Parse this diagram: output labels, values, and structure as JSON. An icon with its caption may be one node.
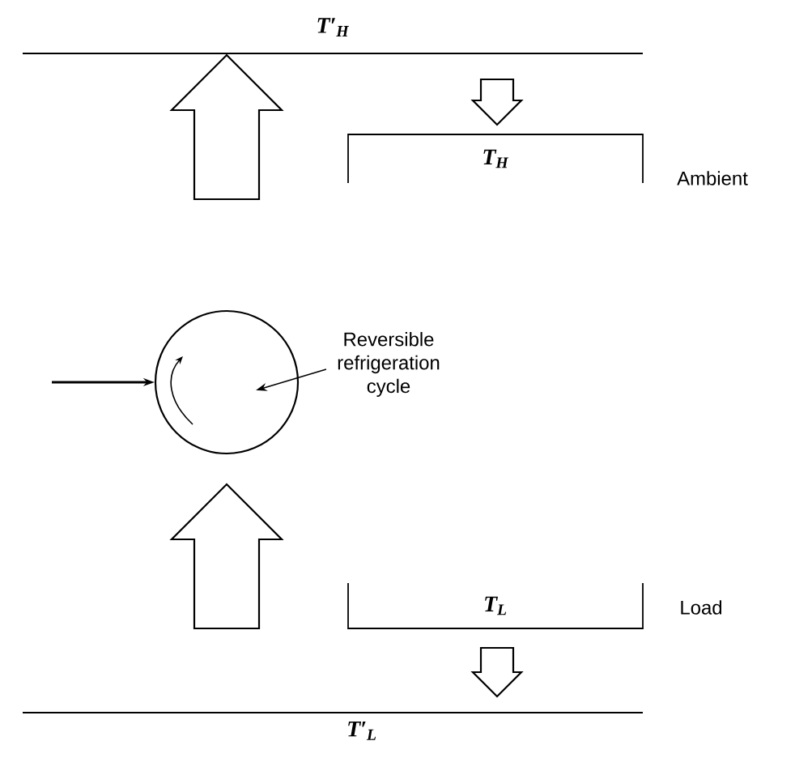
{
  "diagram": {
    "nodes": [
      {
        "text": [
          "T′$_{H}$"
        ]
      },
      {
        "text": [
          "T$_{H}$"
        ],
        "beside": [
          "Ambient"
        ]
      },
      {
        "text": [],
        "shape": "circle"
      },
      {
        "text": [
          "Reversible refrigeration cycle"
        ]
      },
      {
        "text": [
          "T$_{L}$"
        ],
        "beside": [
          "Load"
        ]
      },
      {
        "text": [
          "T′$_{L}$"
        ]
      }
    ],
    "edges": [
      {
        "from": 2,
        "to": 0,
        "arrow": "to",
        "style": "thick"
      },
      {
        "from": 0,
        "to": 1,
        "arrow": "to",
        "style": "thick"
      },
      {
        "from": null,
        "to": 2,
        "arrow": "to"
      },
      {
        "from": 3,
        "to": 2,
        "arrow": "to"
      },
      {
        "from": 4,
        "to": 2,
        "arrow": "to",
        "style": "thick"
      },
      {
        "from": 4,
        "to": 5,
        "arrow": "to",
        "style": "thick"
      }
    ]
  }
}
